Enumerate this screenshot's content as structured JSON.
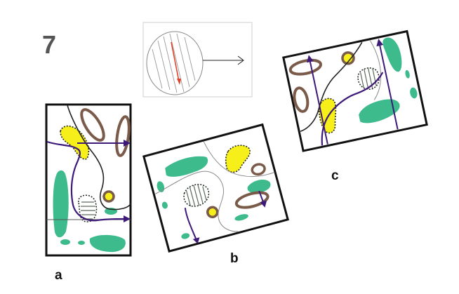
{
  "figure": {
    "number": "7",
    "labels": {
      "a": "a",
      "b": "b",
      "c": "c"
    }
  },
  "colors": {
    "frame": "#111111",
    "vegetation": "#3dbb8c",
    "yellow": "#f7ef1a",
    "knoll": "#7a5a48",
    "route": "#3d1a78",
    "contour": "#222222",
    "contour_light": "#8a8a8a",
    "needle": "#e0442a"
  }
}
